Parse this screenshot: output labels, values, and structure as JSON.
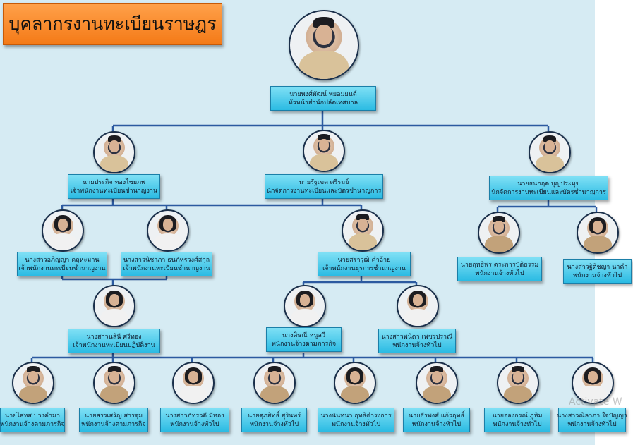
{
  "title": "บุคลากรงานทะเบียนราษฎร",
  "watermark": "Activate W",
  "head": {
    "name": "นายพงศ์พัฒน์ พยอมยนต์",
    "position": "หัวหน้าสำนักปลัดเทศบาล"
  },
  "level2": [
    {
      "name": "นายประกิจ ทองไชยภพ",
      "position": "เจ้าพนักงานทะเบียนชำนาญงาน"
    },
    {
      "name": "นายรัฐเขต ศรีรมย์",
      "position": "นักจัดการงานทะเบียนและบัตรชำนาญการ"
    },
    {
      "name": "นายธนกฤต บุญประมุข",
      "position": "นักจัดการงานทะเบียนและบัตรชำนาญการ"
    }
  ],
  "level3": [
    {
      "name": "นางสาวอภิญญา คฤหะมาน",
      "position": "เจ้าพนักงานทะเบียนชำนาญงาน"
    },
    {
      "name": "นางสาวนิชาภา ธนภัทรวงศ์สกุล",
      "position": "เจ้าพนักงานทะเบียนชำนาญงาน"
    },
    {
      "name": "นายสราวุฒิ คำอ้าย",
      "position": "เจ้าพนักงานธุรการชำนาญงาน"
    },
    {
      "name": "นายฤทธิพร ตระการบัติธรรม",
      "position": "พนักงานจ้างทั่วไป"
    },
    {
      "name": "นางสาวฐิติชญา นาคำ",
      "position": "พนักงานจ้างทั่วไป"
    }
  ],
  "level4": [
    {
      "name": "นางสาวนลินี ศรีทอง",
      "position": "เจ้าพนักงานทะเบียนปฏิบัติงาน"
    },
    {
      "name": "นางดิษณี หนูสวี",
      "position": "พนักงานจ้างตามภารกิจ"
    },
    {
      "name": "นางสาวพนิดา เพชรปราณี",
      "position": "พนักงานจ้างทั่วไป"
    }
  ],
  "level5": [
    {
      "name": "นายไสหส ปวงคำมา",
      "position": "พนักงานจ้างตามภารกิจ"
    },
    {
      "name": "นายสรรเสริญ สารจุม",
      "position": "พนักงานจ้างตามภารกิจ"
    },
    {
      "name": "นางสาวภัทรวดี มีทอง",
      "position": "พนักงานจ้างทั่วไป"
    },
    {
      "name": "นายศุภสิทธิ์ สุรินทร์",
      "position": "พนักงานจ้างทั่วไป"
    },
    {
      "name": "นางนันทนา ฤทธิดำรงการ",
      "position": "พนักงานจ้างทั่วไป"
    },
    {
      "name": "นายธีรพงศ์ แก้วฤทธิ์",
      "position": "พนักงานจ้างทั่วไป"
    },
    {
      "name": "นายอองกรณ์ ภู่หิม",
      "position": "พนักงานจ้างทั่วไป"
    },
    {
      "name": "นางสาวณิลาภา ใจปัญญา",
      "position": "พนักงานจ้างทั่วไป"
    }
  ]
}
